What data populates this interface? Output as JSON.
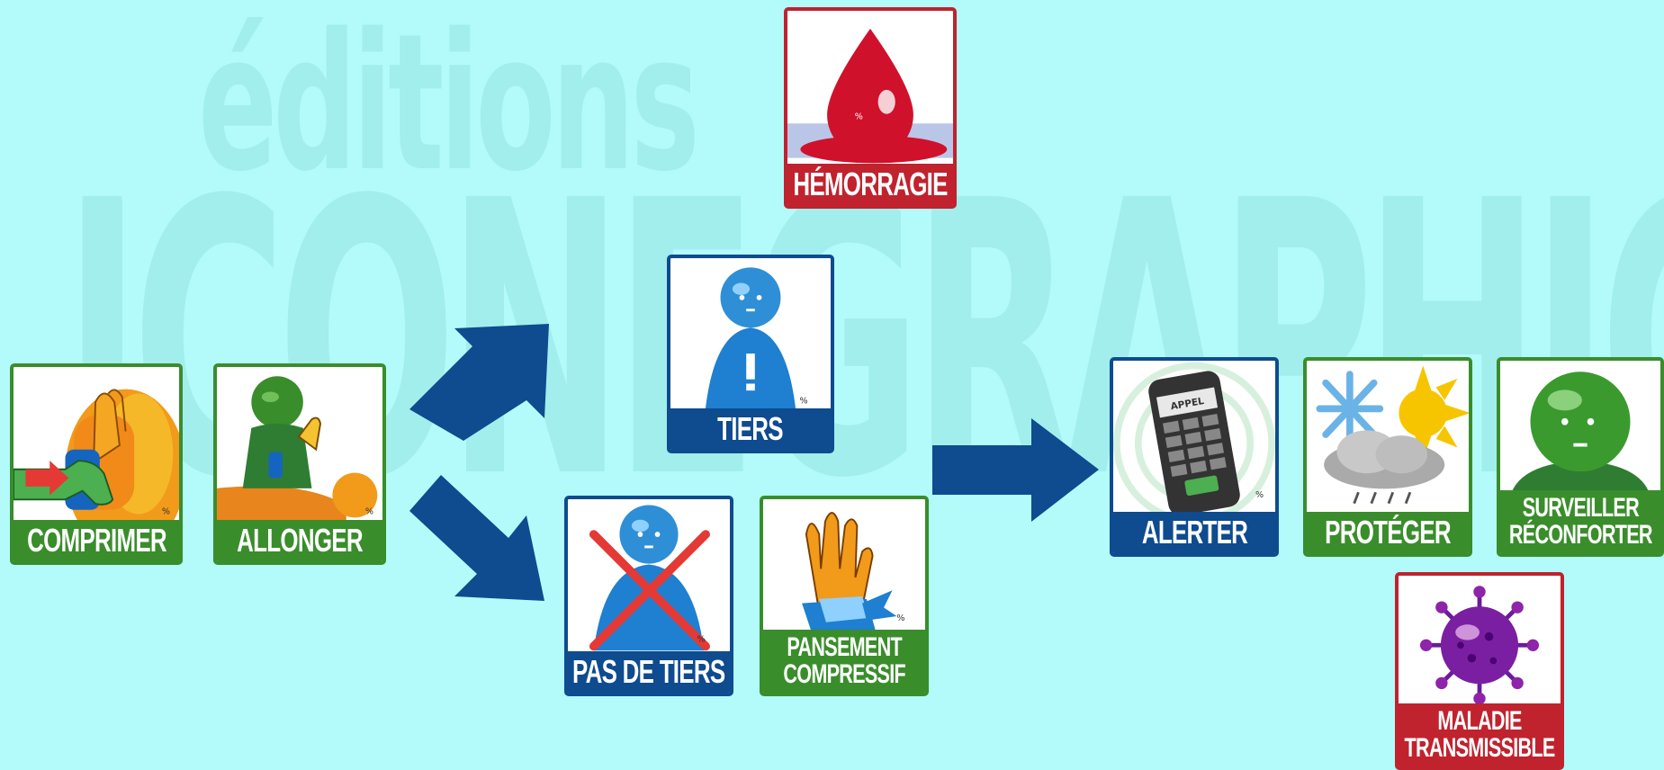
{
  "watermark": {
    "line1": "éditions",
    "line2": "ICONEGRAPHIC"
  },
  "colors": {
    "background": "#b3fbfa",
    "green": "#3a8d2b",
    "blue": "#0e4b8f",
    "red": "#c0222e"
  },
  "cards": {
    "comprimer": {
      "label": "COMPRIMER",
      "icon": "hand-pressing-icon"
    },
    "allonger": {
      "label": "ALLONGER",
      "icon": "person-lying-icon"
    },
    "hemorragie": {
      "label": "HÉMORRAGIE",
      "icon": "blood-drop-icon"
    },
    "tiers": {
      "label": "TIERS",
      "icon": "person-exclamation-icon"
    },
    "pas_de_tiers": {
      "label": "PAS DE TIERS",
      "icon": "person-crossed-icon"
    },
    "pansement": {
      "line1": "PANSEMENT",
      "line2": "COMPRESSIF",
      "icon": "bandaged-hand-icon"
    },
    "alerter": {
      "label": "ALERTER",
      "phone_text": "APPEL",
      "icon": "phone-icon"
    },
    "proteger": {
      "label": "PROTÉGER",
      "icon": "weather-icon"
    },
    "surveiller": {
      "line1": "SURVEILLER",
      "line2": "RÉCONFORTER",
      "icon": "person-face-icon"
    },
    "maladie": {
      "line1": "MALADIE",
      "line2": "TRANSMISSIBLE",
      "icon": "virus-icon"
    }
  }
}
